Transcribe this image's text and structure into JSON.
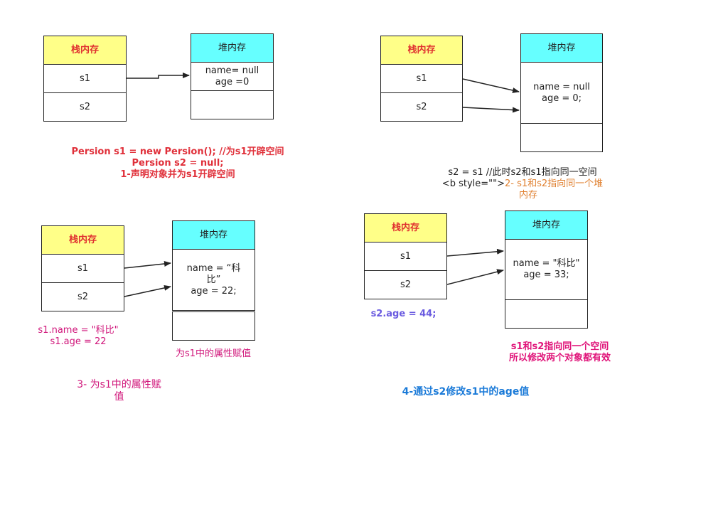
{
  "q1": {
    "stack_header": "栈内存",
    "stack_rows": [
      "s1",
      "s2"
    ],
    "heap_header": "堆内存",
    "heap_body": [
      "name= null",
      "age =0"
    ],
    "caption": [
      "Persion s1 = new Persion();  //为s1开辟空间",
      "Persion s2 = null;",
      "1-声明对象并为s1开辟空间"
    ]
  },
  "q2": {
    "stack_header": "栈内存",
    "stack_rows": [
      "s1",
      "s2"
    ],
    "heap_header": "堆内存",
    "heap_body": [
      "name = null",
      "age = 0;"
    ],
    "caption_line1": "s2 = s1 //此时s2和s1指向同一空间",
    "caption_line2_prefix": "<b style=\"\">",
    "caption_line2_orange": "2- s1和s2指向同一个堆",
    "caption_line3_orange": "内存"
  },
  "q3": {
    "stack_header": "栈内存",
    "stack_rows": [
      "s1",
      "s2"
    ],
    "heap_header": "堆内存",
    "heap_body": [
      "name = “科",
      "比”",
      "age = 22;"
    ],
    "assign_lines": [
      "s1.name = \"科比\"",
      "s1.age = 22"
    ],
    "heap_note": "为s1中的属性赋值",
    "title_lines": [
      "3- 为s1中的属性赋",
      "值"
    ]
  },
  "q4": {
    "stack_header": "栈内存",
    "stack_rows": [
      "s1",
      "s2"
    ],
    "heap_header": "堆内存",
    "heap_body": [
      "name = \"科比\"",
      "age = 33;"
    ],
    "assign": "s2.age = 44;",
    "note_lines": [
      "s1和s2指向同一个空间",
      "所以修改两个对象都有效"
    ],
    "title": "4-通过s2修改s1中的age值"
  },
  "colors": {
    "stack_header_bg": "#ffff88",
    "heap_header_bg": "#66ffff",
    "caption_red": "#e0303a",
    "pink": "#d0157a",
    "orange": "#e08030",
    "purple": "#6a5be0",
    "blue": "#1a7ad8"
  }
}
